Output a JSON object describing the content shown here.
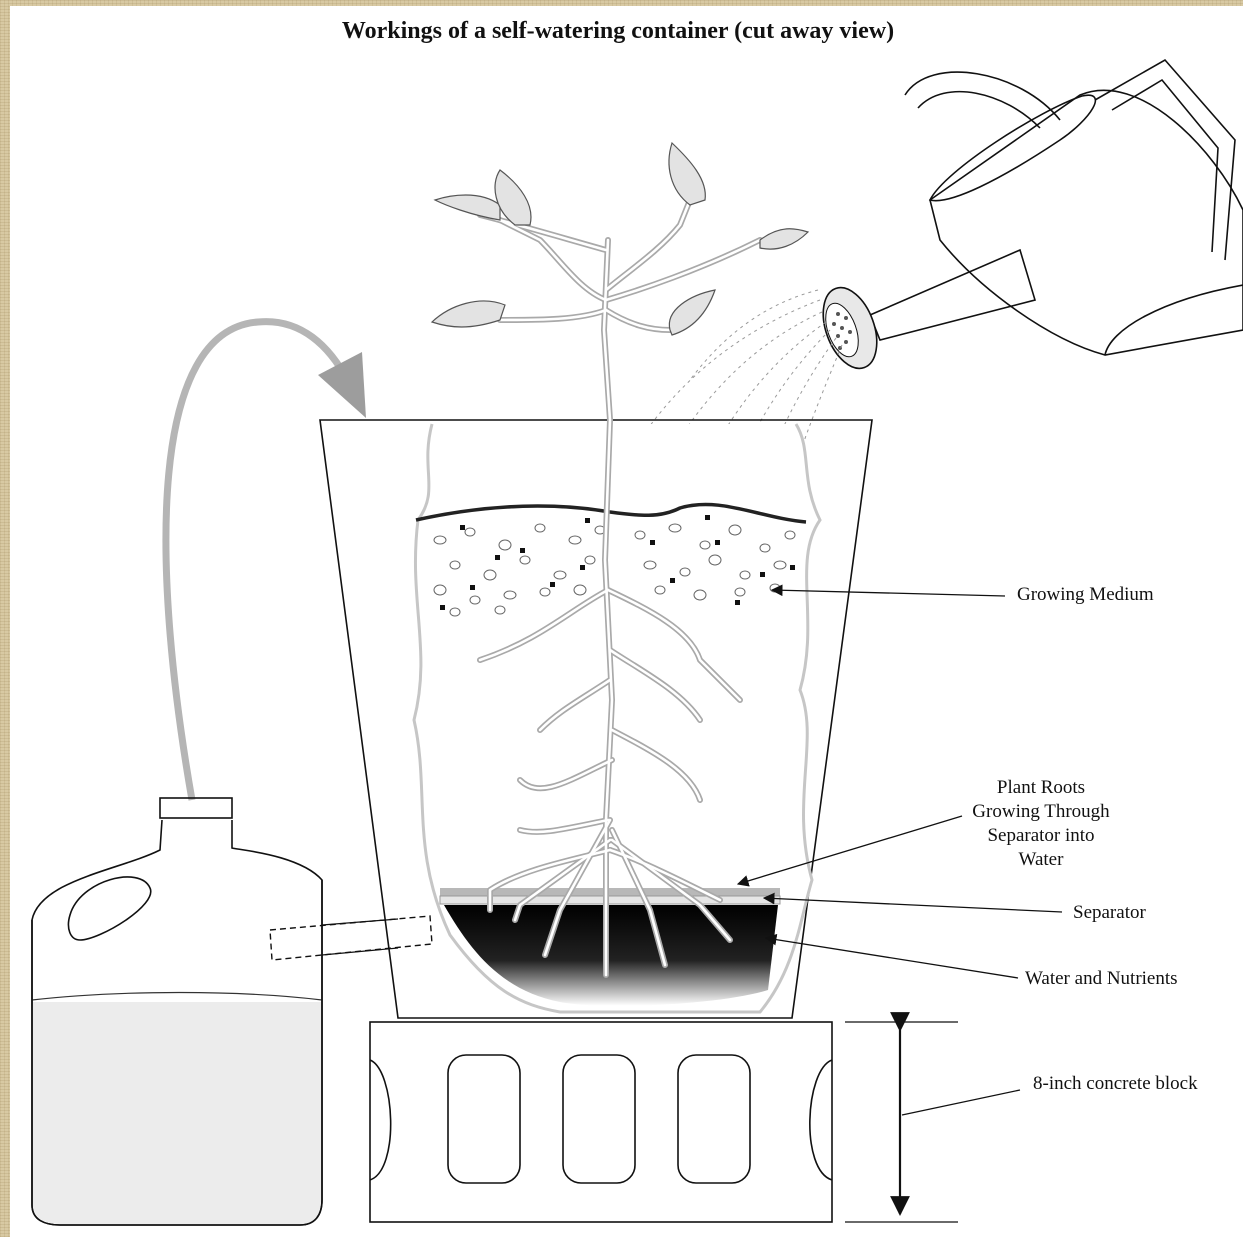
{
  "title": "Workings of a self-watering container (cut away view)",
  "labels": {
    "growing_medium": "Growing Medium",
    "roots_line1": "Plant Roots",
    "roots_line2": "Growing Through",
    "roots_line3": "Separator into",
    "roots_line4": "Water",
    "separator": "Separator",
    "water": "Water and Nutrients",
    "block": "8-inch concrete block"
  },
  "colors": {
    "background": "#d8c9a3",
    "panel": "#ffffff",
    "line": "#111111",
    "plant": "#a9a9a9",
    "water": "#000000"
  },
  "icons": {
    "watering_can": "watering-can-icon",
    "jug": "water-jug-icon",
    "arrow": "curved-arrow-icon"
  }
}
